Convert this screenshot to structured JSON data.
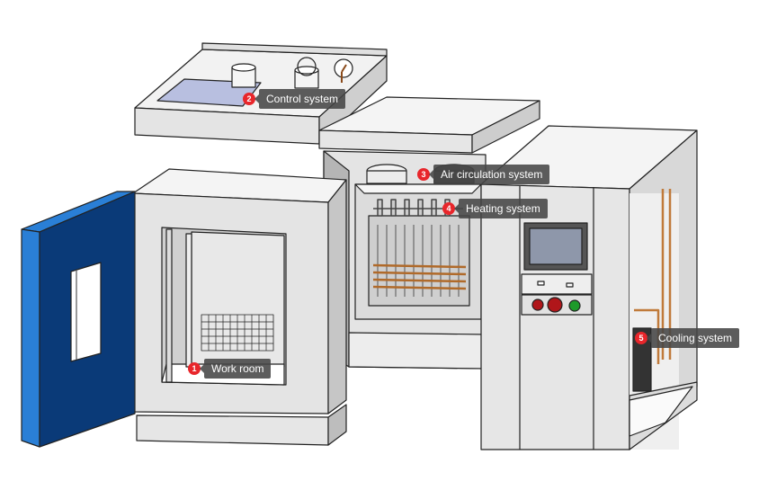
{
  "diagram": {
    "subject": "Environmental test chamber exploded view",
    "colors": {
      "body_gray": "#e4e4e4",
      "shadow_gray": "#bfbfbf",
      "outline": "#222222",
      "door_front": "#0a3a78",
      "door_side": "#2a7fd6",
      "callout_bg": "#4a4a4a",
      "callout_number": "#e8262b",
      "copper": "#c07a3a",
      "screen": "#8e97aa",
      "button_red": "#b0161a",
      "button_green": "#1e9a2a"
    },
    "callouts": [
      {
        "number": "1",
        "label": "Work room"
      },
      {
        "number": "2",
        "label": "Control system"
      },
      {
        "number": "3",
        "label": "Air circulation system"
      },
      {
        "number": "4",
        "label": "Heating system"
      },
      {
        "number": "5",
        "label": "Cooling system"
      }
    ]
  }
}
